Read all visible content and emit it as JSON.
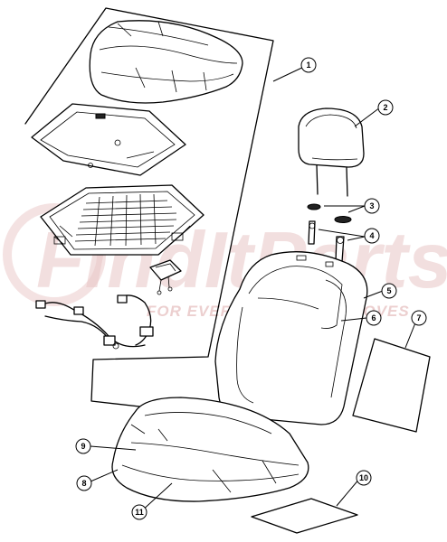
{
  "watermark": {
    "brand": "FindItParts",
    "tagline": "FOR EVERYTHING THAT MOVES"
  },
  "callouts": [
    {
      "id": "1",
      "label": "1"
    },
    {
      "id": "2",
      "label": "2"
    },
    {
      "id": "3",
      "label": "3"
    },
    {
      "id": "4",
      "label": "4"
    },
    {
      "id": "5",
      "label": "5"
    },
    {
      "id": "6",
      "label": "6"
    },
    {
      "id": "7",
      "label": "7"
    },
    {
      "id": "8",
      "label": "8"
    },
    {
      "id": "9",
      "label": "9"
    },
    {
      "id": "10",
      "label": "10"
    },
    {
      "id": "11",
      "label": "11"
    }
  ]
}
